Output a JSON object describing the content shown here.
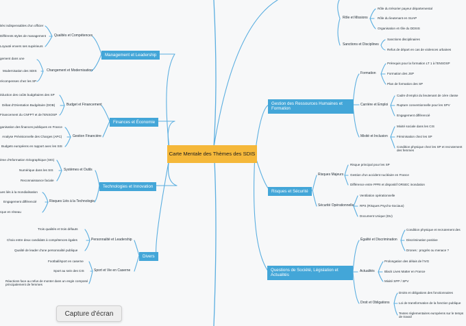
{
  "center": "Carte Mentale des Thèmes des SDIS",
  "left": {
    "management": {
      "title": "Management et Leadership",
      "qualites": "Qualités et Compétences",
      "qualites_items": [
        "ités indispensables d'un officier",
        "Différents styles de management",
        "Loyauté envers ses supérieurs"
      ],
      "changement": "Changement et Modernisation",
      "changement_items": [
        "gement dans une",
        "Modernisation des SDIS",
        "récompenses chez les SP"
      ]
    },
    "finances": {
      "title": "Finances et Économie",
      "budget": "Budget et Financement",
      "budget_items": [
        "éduction des coûts budgétaires des SP",
        "Débat d'Orientation Budgétaire (DOB)",
        "Financement du CNFPT et de l'ENSOSP"
      ],
      "gestion": "Gestion Financière",
      "gestion_items": [
        "ganisation des finances publiques en France",
        "Analyse Prévisionnelle des Charges (APC)",
        "Budgets européens en rapport avec les SIS"
      ]
    },
    "technologies": {
      "title": "Technologies et Innovation",
      "systemes": "Systèmes et Outils",
      "systemes_items": [
        "ème d'Information Géographique (SIG)",
        "Numérique dans les SIS",
        "Reconnaissance faciale"
      ],
      "risques": "Risques Liés à la Technologie",
      "risques_items": [
        "ues liés à la mondialisation",
        "Engagement différencié",
        "rque en réseau"
      ]
    },
    "divers": {
      "title": "Divers",
      "personnalite": "Personnalité et Leadership",
      "personnalite_items": [
        "Trois qualités et trois défauts",
        "Choix entre deux candidats à compétences égales",
        "Qualité de leader d'une personnalité publique"
      ],
      "sport": "Sport et Vie en Caserne",
      "sport_items": [
        "Football/sport en caserne",
        "Sport au sein des CIS",
        "Réactions face au refus de monter dans un engin composé principalement de femmes"
      ]
    }
  },
  "right": {
    "top": {
      "role": "Rôle et Missions",
      "role_items": [
        "Rôle du trésorier payeur départemental",
        "Rôle du lieutenant en SUAP",
        "Organisation et rôle du DDSIS"
      ],
      "sanctions": "Sanctions et Disciplines",
      "sanctions_items": [
        "Sanctions disciplinaires",
        "Refus de départ en cas de violences urbaines"
      ]
    },
    "grh": {
      "title": "Gestion des Ressources Humaines et Formation",
      "formation": "Formation",
      "formation_items": [
        "Prérequis pour la formation LT 1 à l'ENSOSP",
        "Formation des JSP",
        "Plan de formation des SP"
      ],
      "carriere": "Carrière et Emploi",
      "carriere_items": [
        "Cadre d'emploi du lieutenant de 1ère classe",
        "Rupture conventionnelle pour les SPV",
        "Engagement différencié"
      ],
      "mixite": "Mixité et Inclusion",
      "mixite_items": [
        "Mixité sociale dans les CIS",
        "Féminisation chez les SP",
        "Condition physique chez les SP et recrutement des femmes"
      ]
    },
    "risques": {
      "title": "Risques et Sécurité",
      "majeurs": "Risques Majeurs",
      "majeurs_items": [
        "Risque principal pour les SP",
        "Gestion d'un accident nucléaire en France",
        "Différence entre PPRI et dispositif ORSEC inondation"
      ],
      "securite": "Sécurité Opérationnelle",
      "securite_items": [
        "Ventilation opérationnelle",
        "RPS (Risques Psycho-Sociaux)",
        "Document Unique (DU)"
      ]
    },
    "societe": {
      "title": "Questions de Société, Législation et Actualités",
      "egalite": "Égalité et Discrimination",
      "egalite_items": [
        "Condition physique et recrutement des",
        "Discrimination positive",
        "Drones : progrès ou menace ?"
      ],
      "actualites": "Actualités",
      "actualites_items": [
        "Prolongation des délais de l'IVG",
        "Black Lives Matter en France",
        "Mixité SPP / SPV"
      ],
      "droit": "Droit et Obligations",
      "droit_items": [
        "Droits et obligations des fonctionnaires",
        "Loi de transformation de la fonction publique",
        "Textes réglementaires européens sur le temps de travail"
      ]
    }
  },
  "capture_button": "Capture d'écran",
  "colors": {
    "branch": "#5aaee0",
    "main_node": "#43a6d8",
    "center_node": "#f5b83a",
    "background": "#f7f8f9"
  }
}
